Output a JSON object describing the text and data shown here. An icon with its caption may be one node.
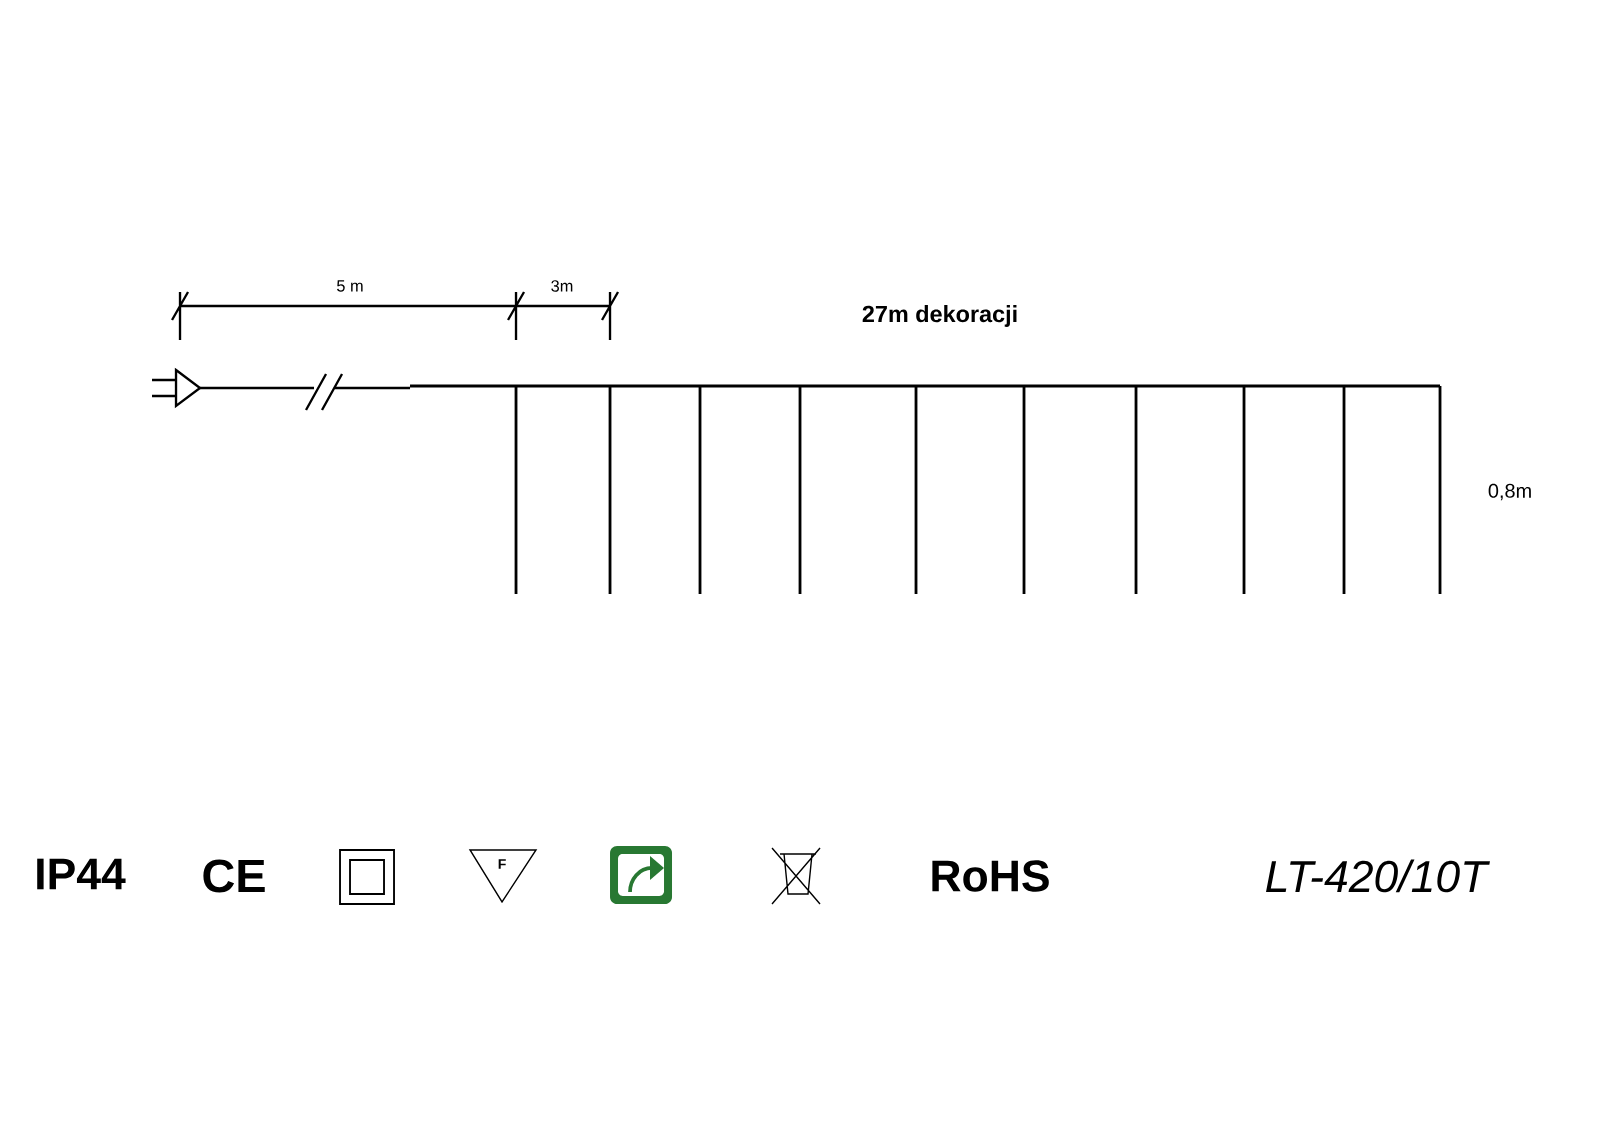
{
  "diagram": {
    "labels": [
      "5 m",
      "3m",
      "27m dekoracji",
      "0,8m",
      "IP44",
      "CE",
      "F",
      "RoHS",
      "LT-420/10T"
    ]
  }
}
